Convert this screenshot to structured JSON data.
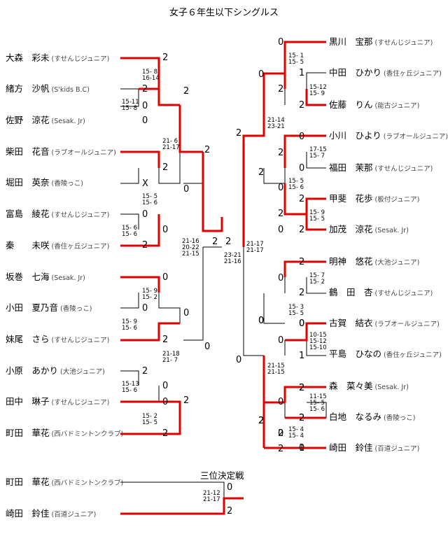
{
  "title": "女子６年生以下シングルス",
  "third_place_title": "三位決定戦",
  "left_players": [
    {
      "name": "大森　彩未",
      "team": "(すせんじジュニア)"
    },
    {
      "name": "緒方　沙帆",
      "team": "(S'kids B.C)"
    },
    {
      "name": "佐野　涼花",
      "team": "(Sesak. Jr)"
    },
    {
      "name": "柴田　花音",
      "team": "(ラブオールジュニア)"
    },
    {
      "name": "堀田　英奈",
      "team": "(香陵っこ)"
    },
    {
      "name": "富島　綾花",
      "team": "(すせんじジュニア)"
    },
    {
      "name": "秦　　未咲",
      "team": "(香住ヶ丘ジュニア)"
    },
    {
      "name": "坂巻　七海",
      "team": "(Sesak. Jr)"
    },
    {
      "name": "小田　夏乃音",
      "team": "(香陵っこ)"
    },
    {
      "name": "妹尾　さら",
      "team": "(すせんじジュニア)"
    },
    {
      "name": "小原　あかり",
      "team": "(大池ジュニア)"
    },
    {
      "name": "田中　琳子",
      "team": "(すせんじジュニア)"
    },
    {
      "name": "町田　華花",
      "team": "(西バドミントンクラブ)"
    }
  ],
  "right_players": [
    {
      "name": "黒川　宝那",
      "team": "(すせんじジュニア)"
    },
    {
      "name": "中田　ひかり",
      "team": "(香住ヶ丘ジュニア)"
    },
    {
      "name": "佐藤　りん",
      "team": "(能古ジュニア)"
    },
    {
      "name": "小川　ひより",
      "team": "(ラブオールジュニア)"
    },
    {
      "name": "福田　茉那",
      "team": "(すせんじジュニア)"
    },
    {
      "name": "甲斐　花歩",
      "team": "(板付ジュニア)"
    },
    {
      "name": "加茂　涼花",
      "team": "(Sesak. Jr)"
    },
    {
      "name": "明神　悠花",
      "team": "(大池ジュニア)"
    },
    {
      "name": "鶴　田　杏",
      "team": "(すせんじジュニア)"
    },
    {
      "name": "古賀　結衣",
      "team": "(ラブオールジュニア)"
    },
    {
      "name": "平島　ひなの",
      "team": "(香住ヶ丘ジュニア)"
    },
    {
      "name": "森　菜々美",
      "team": "(Sesak. Jr)"
    },
    {
      "name": "白地　なるみ",
      "team": "(香陵っこ)"
    },
    {
      "name": "崎田　鈴佳",
      "team": "(百道ジュニア)"
    }
  ],
  "third_players": [
    {
      "name": "町田　華花",
      "team": "(西バドミントンクラブ)"
    },
    {
      "name": "崎田　鈴佳",
      "team": "(百道ジュニア)"
    }
  ],
  "scores": [
    "2",
    "2",
    "0",
    "0",
    "2",
    "X",
    "0",
    "2",
    "0",
    "0",
    "2",
    "2",
    "0",
    "0",
    "2",
    "0",
    "2",
    "0",
    "0",
    "2",
    "2",
    "0",
    "2",
    "2",
    "0",
    "2",
    "1",
    "2",
    "0",
    "2",
    "2",
    "0",
    "2",
    "0",
    "0",
    "2",
    "2",
    "0",
    "2",
    "0",
    "0",
    "2",
    "2",
    "0",
    "0",
    "1",
    "0",
    "2",
    "0",
    "2",
    "2",
    "2",
    "1",
    "0",
    "2",
    "0",
    "2",
    "0",
    "2",
    "0",
    "2",
    "0",
    "2"
  ],
  "game_scores": [
    "15- 8\n16-14",
    "15-11\n15- 8",
    "21- 6\n21-17",
    "15- 5\n15- 6",
    "15- 6\n15- 6",
    "21-16\n20-22\n21-15",
    "15- 9\n15- 2",
    "15- 9\n15- 6",
    "15-13\n15- 6",
    "15- 2\n15- 5",
    "21-18\n21- 7",
    "15- 1\n15- 5",
    "15-12\n15- 9",
    "17-15\n15- 7",
    "15- 5\n15- 6",
    "15- 9\n15- 5",
    "21-14\n23-21",
    "15- 7\n15- 2",
    "15- 3\n15- 5",
    "10-15\n15-12\n15-10",
    "11-15\n15- 5\n15- 6",
    "15- 4\n15- 4",
    "21-15\n21-15",
    "21-17\n21-17",
    "23-21\n21-16",
    "21-12\n21-17"
  ],
  "colors": {
    "winner_line": "#e00000",
    "loser_line": "#000000"
  }
}
